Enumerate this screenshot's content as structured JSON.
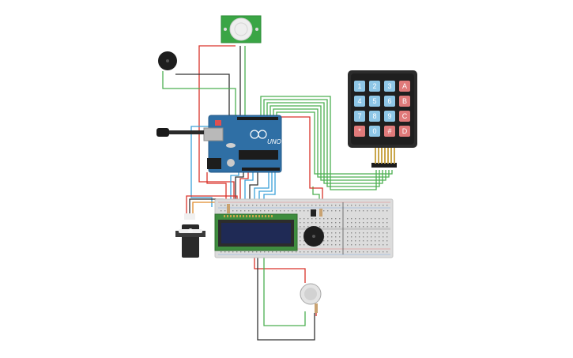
{
  "colors": {
    "background": "#ffffff",
    "wire_red": "#d9332a",
    "wire_green": "#4caf50",
    "wire_black": "#333333",
    "wire_blue": "#3aa0d8",
    "arduino_board": "#2f6fa5",
    "keypad_body": "#2b2b2b",
    "key_blue": "#8ec6e6",
    "key_red": "#e07a7a",
    "lcd_pcb": "#3f8d3f",
    "lcd_screen": "#1f2a55",
    "breadboard": "#dcdcdc",
    "pir_board": "#3aa545"
  },
  "keypad": {
    "keys": [
      [
        "1",
        "2",
        "3",
        "A"
      ],
      [
        "4",
        "5",
        "6",
        "B"
      ],
      [
        "7",
        "8",
        "9",
        "C"
      ],
      [
        "*",
        "0",
        "#",
        "D"
      ]
    ],
    "letter_keys": [
      "A",
      "B",
      "C",
      "D",
      "*",
      "#"
    ]
  },
  "arduino": {
    "label": "UNO"
  }
}
